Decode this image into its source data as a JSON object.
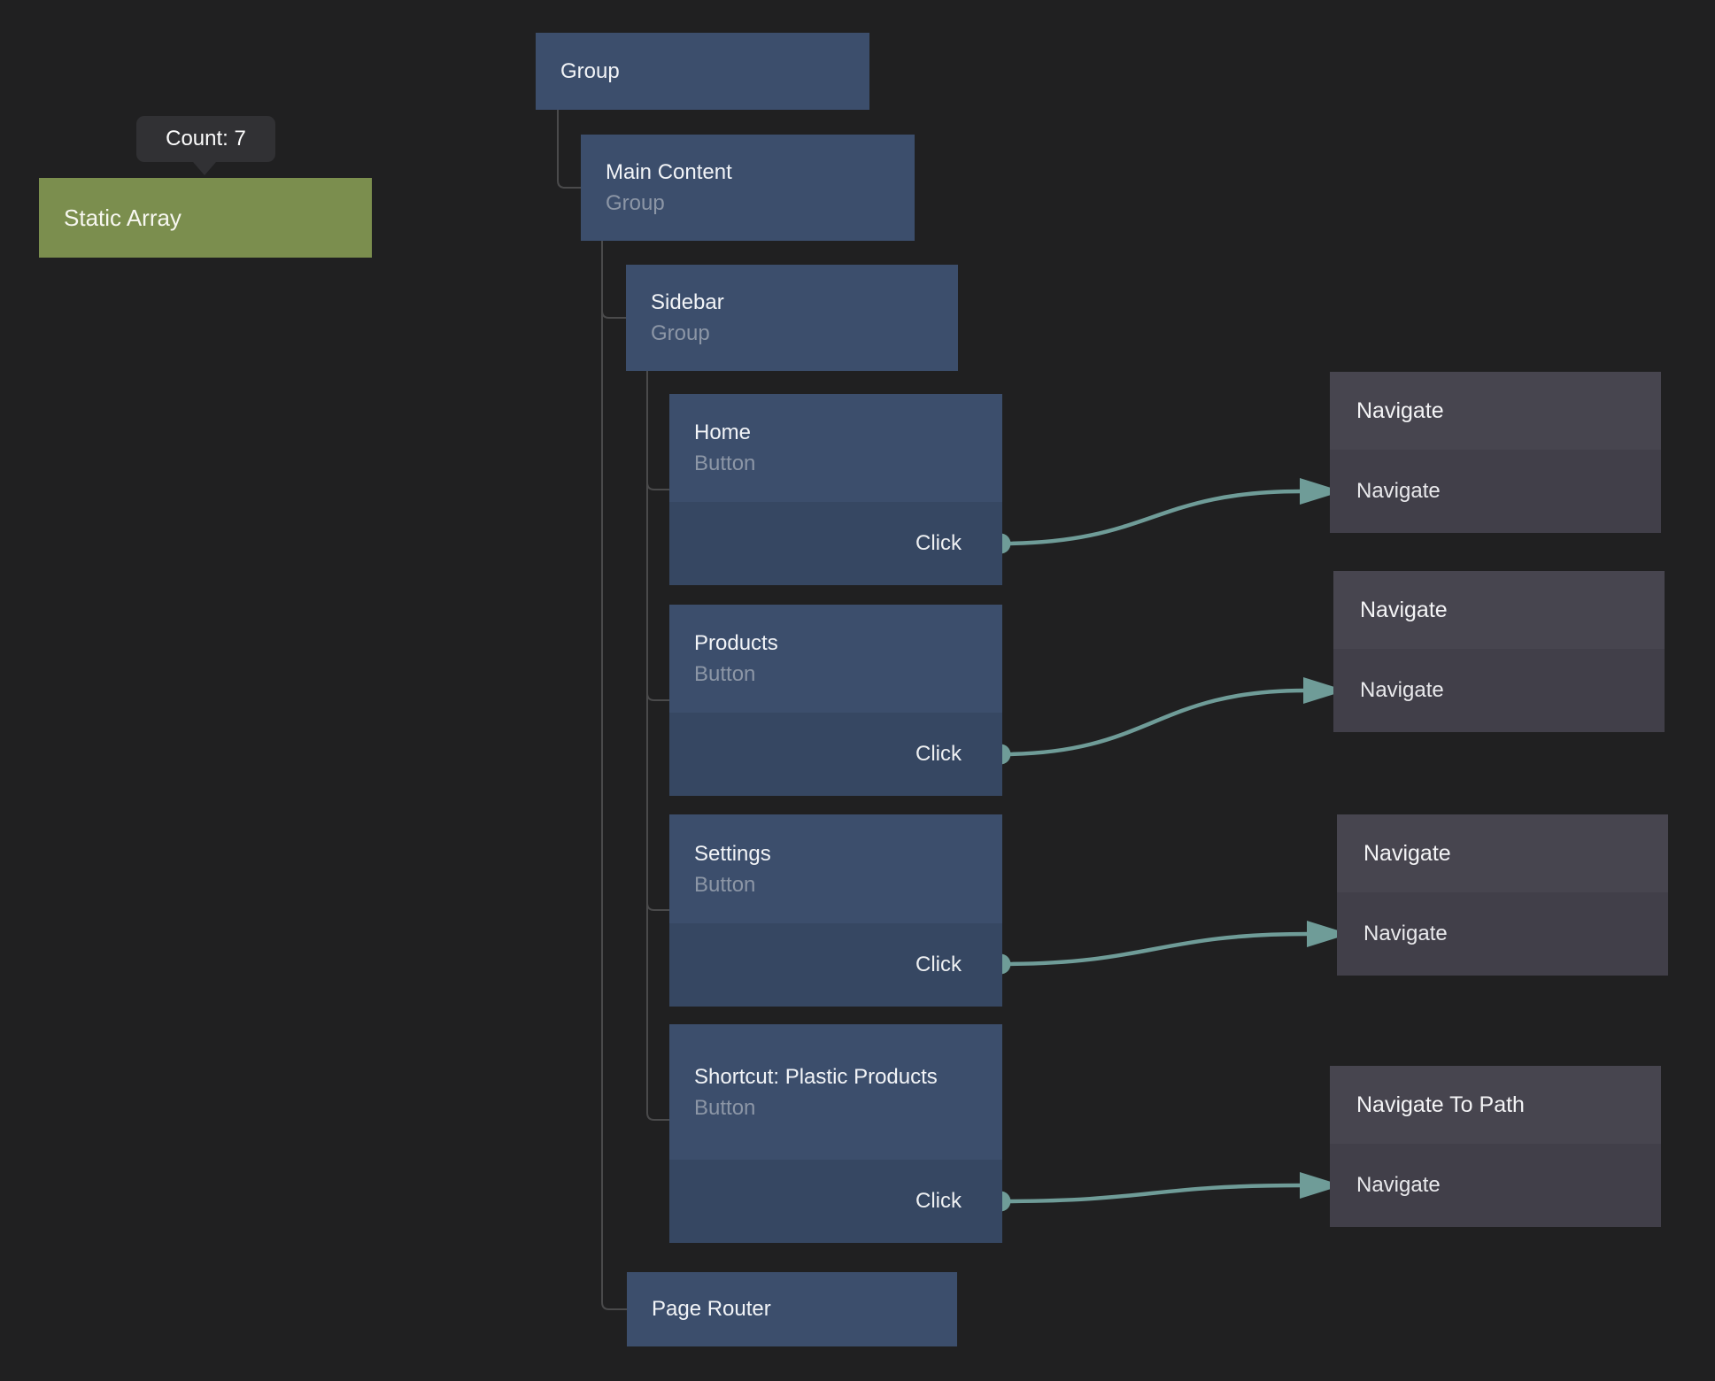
{
  "canvas": {
    "background": "#202021",
    "colors": {
      "component_node_header": "#3c4e6c",
      "component_node_body": "#364762",
      "action_node_header": "#47454f",
      "action_node_body": "#413f49",
      "data_node_green": "#7b8e4e",
      "connection_teal": "#6f9c98",
      "tree_line_gray": "#4a4a4b",
      "tooltip_background": "#313134"
    }
  },
  "tooltip": {
    "text": "Count: 7"
  },
  "nodes": {
    "static_array": {
      "title": "Static Array"
    },
    "group": {
      "title": "Group"
    },
    "main_content": {
      "title": "Main Content",
      "subtitle": "Group"
    },
    "sidebar": {
      "title": "Sidebar",
      "subtitle": "Group"
    },
    "home": {
      "title": "Home",
      "subtitle": "Button",
      "output_port": "Click"
    },
    "products": {
      "title": "Products",
      "subtitle": "Button",
      "output_port": "Click"
    },
    "settings": {
      "title": "Settings",
      "subtitle": "Button",
      "output_port": "Click"
    },
    "shortcut": {
      "title": "Shortcut: Plastic Products",
      "subtitle": "Button",
      "output_port": "Click"
    },
    "page_router": {
      "title": "Page Router"
    },
    "navigate_1": {
      "title": "Navigate",
      "input_action": "Navigate"
    },
    "navigate_2": {
      "title": "Navigate",
      "input_action": "Navigate"
    },
    "navigate_3": {
      "title": "Navigate",
      "input_action": "Navigate"
    },
    "navigate_to_path": {
      "title": "Navigate To Path",
      "input_action": "Navigate"
    }
  }
}
